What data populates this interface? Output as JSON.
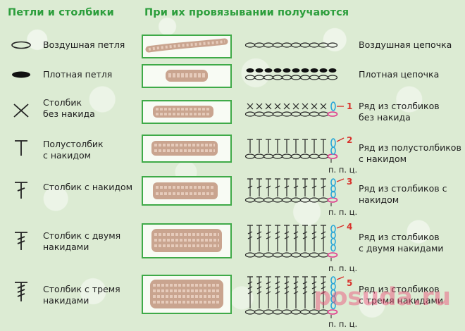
{
  "headings": {
    "left": "Петли и столбики",
    "right": "При их провязывании получаются"
  },
  "rows": [
    {
      "symbol_icon": "chain-stitch-oval",
      "label": "Воздушная петля",
      "result": "Воздушная цепочка",
      "row_number": ""
    },
    {
      "symbol_icon": "slip-stitch-filled-oval",
      "label": "Плотная петля",
      "result": "Плотная цепочка",
      "row_number": ""
    },
    {
      "symbol_icon": "single-crochet-cross",
      "label_line1": "Столбик",
      "label_line2": "без накида",
      "result_line1": "Ряд из столбиков",
      "result_line2": "без накида",
      "row_number": "1"
    },
    {
      "symbol_icon": "half-double-crochet-t",
      "label_line1": "Полустолбик",
      "label_line2": "с накидом",
      "result_line1": "Ряд из полустолбиков",
      "result_line2": "с накидом",
      "row_number": "2",
      "turning_label": "п. п. ц."
    },
    {
      "symbol_icon": "double-crochet-t-one-slash",
      "label": "Столбик с накидом",
      "result_line1": "Ряд из столбиков с",
      "result_line2": "накидом",
      "row_number": "3",
      "turning_label": "п. п. ц."
    },
    {
      "symbol_icon": "treble-crochet-t-two-slashes",
      "label_line1": "Столбик с двумя",
      "label_line2": "накидами",
      "result_line1": "Ряд из столбиков",
      "result_line2": "с двумя накидами",
      "row_number": "4",
      "turning_label": "п. п. ц."
    },
    {
      "symbol_icon": "double-treble-t-three-slashes",
      "label_line1": "Столбик с тремя",
      "label_line2": "накидами",
      "result_line1": "Ряд из столбиков",
      "result_line2": "с тремя накидами",
      "row_number": "5",
      "turning_label": "п. п. ц."
    }
  ],
  "watermark": "posuda.ru",
  "colors": {
    "heading": "#2c9e3c",
    "swatch_border": "#3faa48",
    "yarn": "#d7b7a3",
    "turning_chain": "#2aa7d8",
    "turning_start": "#e0388c",
    "row_number": "#d8322c"
  }
}
